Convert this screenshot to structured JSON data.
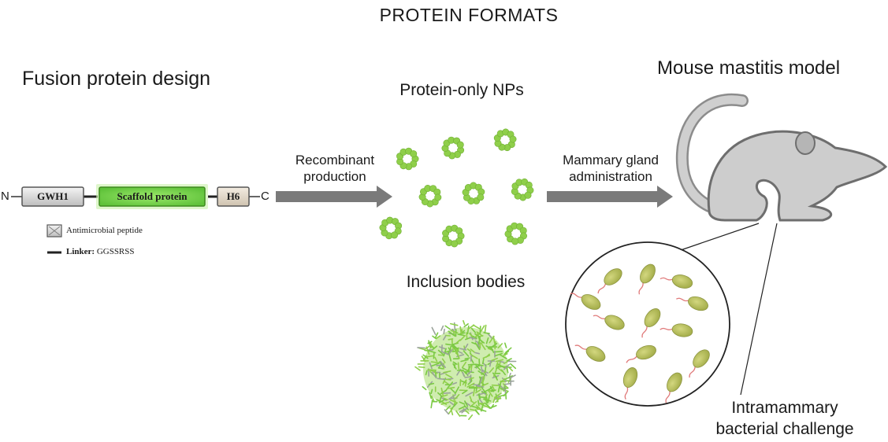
{
  "title": "PROTEIN FORMATS",
  "sections": {
    "fusion": {
      "heading": "Fusion protein design",
      "n_terminus": "N",
      "c_terminus": "C",
      "domains": [
        "GWH1",
        "Scaffold protein",
        "H6"
      ],
      "legend_peptide": "Antimicrobial peptide",
      "legend_linker_label": "Linker:",
      "legend_linker_seq": "GGSSRSS"
    },
    "formats": {
      "nps_heading": "Protein-only NPs",
      "ib_heading": "Inclusion bodies"
    },
    "mouse": {
      "heading": "Mouse mastitis model",
      "challenge_line1": "Intramammary",
      "challenge_line2": "bacterial challenge"
    }
  },
  "arrows": {
    "production_line1": "Recombinant",
    "production_line2": "production",
    "admin_line1": "Mammary gland",
    "admin_line2": "administration"
  },
  "colors": {
    "nanoparticle": "#8fcf4a",
    "scaffold_fill": "#7ed957",
    "arrow": "#7a7a7a",
    "mouse": "#c8c8c8",
    "bacteria": "#b5bd5a",
    "flagella": "#e07a7a"
  }
}
